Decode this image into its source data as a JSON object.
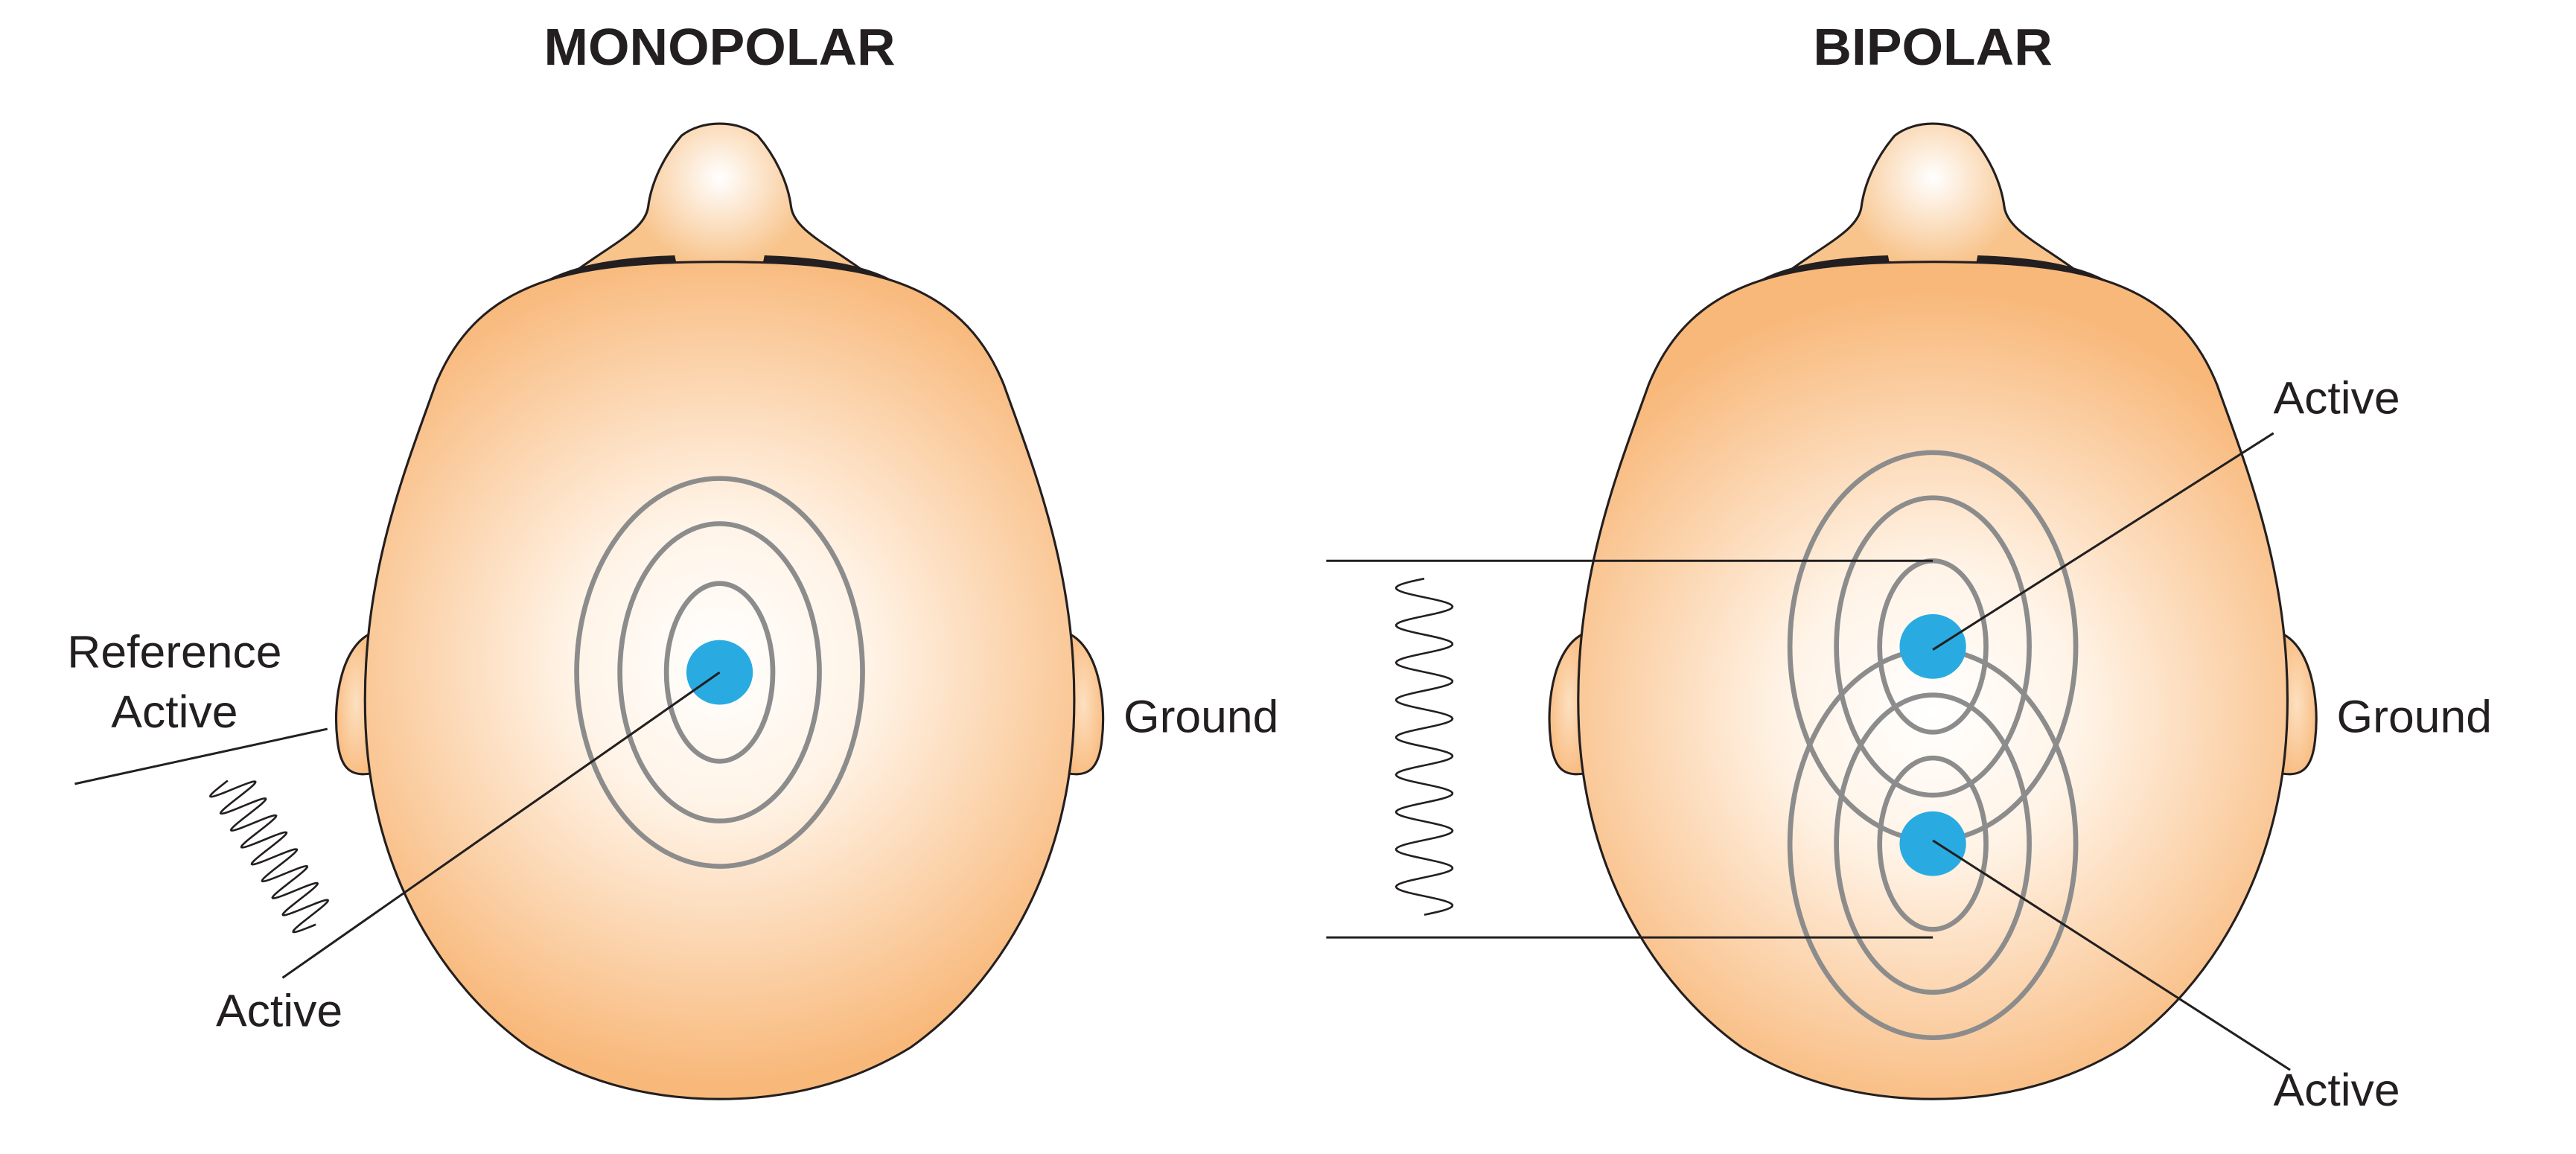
{
  "panels": [
    {
      "title": "MONOPOLAR",
      "labels": {
        "reference": [
          "Reference",
          "Active"
        ],
        "active": "Active",
        "ground": "Ground"
      },
      "electrode_color": "#29abe2"
    },
    {
      "title": "BIPOLAR",
      "labels": {
        "active_top": "Active",
        "active_bottom": "Active",
        "ground": "Ground"
      },
      "electrode_color": "#29abe2"
    }
  ],
  "colors": {
    "skin_edge": "#f8b87a",
    "skin_center": "#ffffff",
    "ring": "#8c8c8c",
    "outline": "#231f20"
  }
}
